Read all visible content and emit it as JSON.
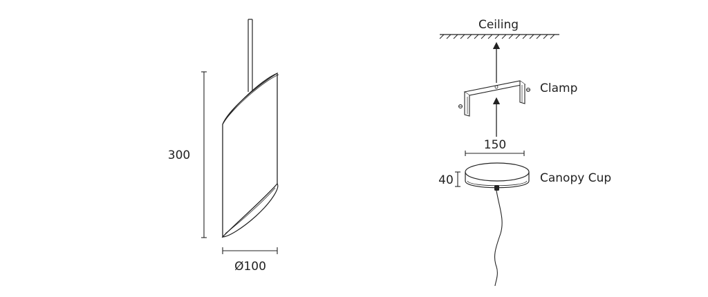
{
  "pendant": {
    "height_label": "300",
    "diameter_label": "Ø100"
  },
  "mounting": {
    "ceiling_label": "Ceiling",
    "clamp_label": "Clamp",
    "clamp_width_label": "150",
    "canopy_label": "Canopy Cup",
    "canopy_height_label": "40"
  }
}
